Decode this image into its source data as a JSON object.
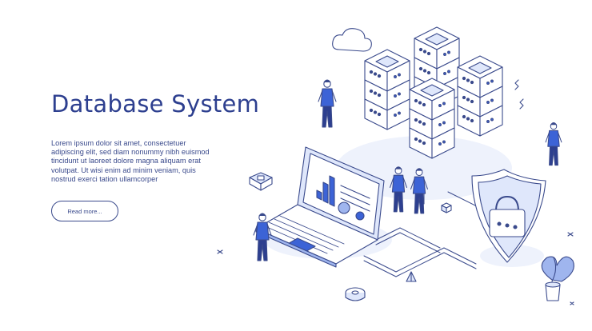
{
  "hero": {
    "title": "Database System",
    "description": "Lorem ipsum dolor sit amet, consectetuer adipiscing elit, sed diam nonummy nibh euismod tincidunt ut laoreet dolore magna aliquam erat volutpat. Ut wisi enim ad minim veniam, quis nostrud exerci tation ullamcorper",
    "button_label": "Read more..."
  },
  "colors": {
    "primary": "#2d3f8f",
    "line": "#3a4a8c",
    "fill_light": "#dfe7fb",
    "fill_mid": "#9fb5ee",
    "accent": "#3c63d6"
  },
  "illustration": {
    "server_racks": 4,
    "people": 5,
    "icons": [
      "cloud-icon",
      "server-rack-icon",
      "laptop-icon",
      "bar-chart-icon",
      "shield-lock-icon",
      "padlock-icon",
      "potted-plant-icon",
      "chip-icon",
      "cube-icon",
      "cross-mark-icon"
    ]
  }
}
